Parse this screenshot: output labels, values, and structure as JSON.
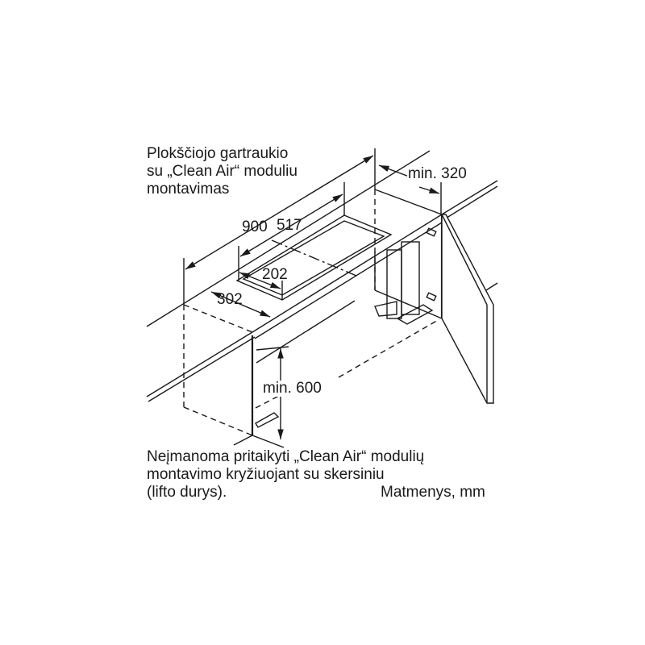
{
  "title_lines": [
    "Plokščiojo gartraukio",
    "su „Clean Air“ moduliu",
    "montavimas"
  ],
  "dimensions": {
    "width_total": "900",
    "cutout_length": "517",
    "cutout_depth": "202",
    "front_offset": "302",
    "side_clearance": "min. 320",
    "height_clearance": "min. 600"
  },
  "note_lines": [
    "Neįmanoma pritaikyti „Clean Air“ modulių",
    "montavimo kryžiuojant su skersiniu",
    "(lifto durys)."
  ],
  "units_label": "Matmenys, mm",
  "colors": {
    "line": "#1a1a1a",
    "background": "#ffffff"
  }
}
